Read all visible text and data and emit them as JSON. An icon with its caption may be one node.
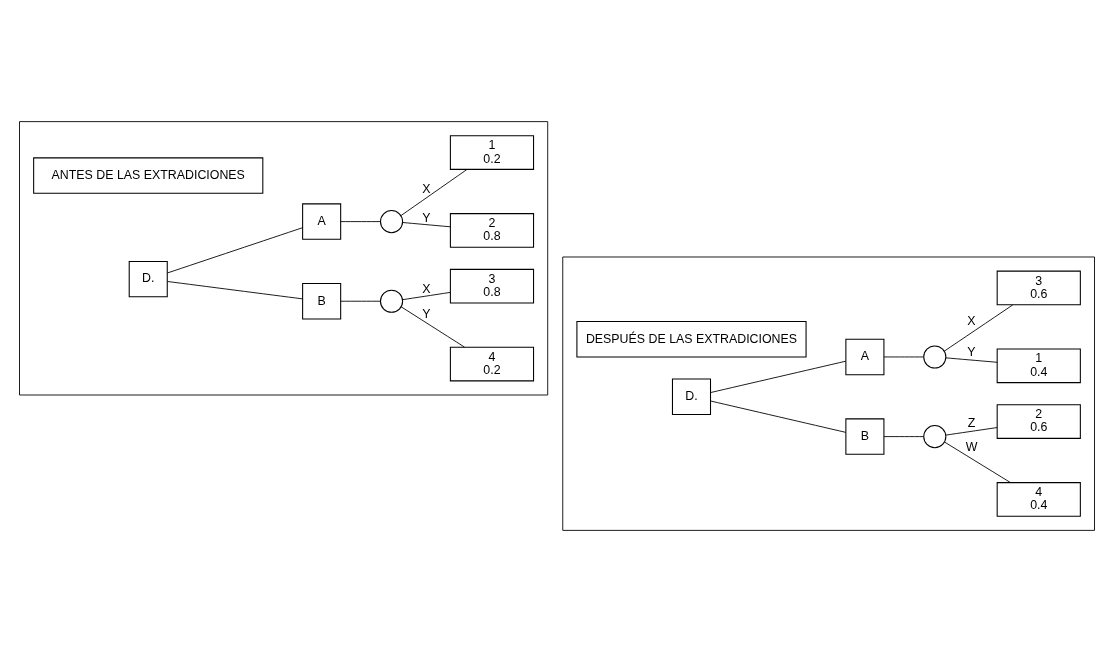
{
  "diagram": {
    "nodes": [
      {
        "text": [],
        "shape": "box"
      },
      {
        "text": [
          "ANTES DE LAS EXTRADICIONES"
        ],
        "in": 0
      },
      {
        "text": [
          "D."
        ],
        "in": 0
      },
      {
        "text": [
          "A"
        ],
        "in": 0
      },
      {
        "text": [],
        "shape": "circle",
        "in": 0
      },
      {
        "text": [
          "1",
          "0.2"
        ],
        "in": 0
      },
      {
        "text": [
          "2",
          "0.8"
        ],
        "in": 0
      },
      {
        "text": [
          "B"
        ],
        "in": 0
      },
      {
        "text": [],
        "shape": "circle",
        "in": 0
      },
      {
        "text": [
          "3",
          "0.8"
        ],
        "in": 0
      },
      {
        "text": [
          "4",
          "0.2"
        ],
        "in": 0
      },
      {
        "text": [],
        "shape": "box"
      },
      {
        "text": [
          "DESPUÉS DE LAS EXTRADICIONES"
        ],
        "in": 11
      },
      {
        "text": [
          "D."
        ],
        "in": 11
      },
      {
        "text": [
          "A"
        ],
        "in": 11
      },
      {
        "text": [],
        "shape": "circle",
        "in": 11
      },
      {
        "text": [
          "3",
          "0.6"
        ],
        "in": 11
      },
      {
        "text": [
          "1",
          "0.4"
        ],
        "in": 11
      },
      {
        "text": [
          "B"
        ],
        "in": 11
      },
      {
        "text": [],
        "shape": "circle",
        "in": 11
      },
      {
        "text": [
          "2",
          "0.6"
        ],
        "in": 11
      },
      {
        "text": [
          "4",
          "0.4"
        ],
        "in": 11
      }
    ],
    "edges": [
      {
        "from": 2,
        "to": 3,
        "arrow": "none"
      },
      {
        "from": 3,
        "to": 4,
        "arrow": "none"
      },
      {
        "from": 4,
        "to": 5,
        "arrow": "none",
        "label": "X"
      },
      {
        "from": 4,
        "to": 6,
        "arrow": "none",
        "label": "Y"
      },
      {
        "from": 2,
        "to": 7,
        "arrow": "none"
      },
      {
        "from": 7,
        "to": 8,
        "arrow": "none"
      },
      {
        "from": 8,
        "to": 9,
        "arrow": "none",
        "label": "X"
      },
      {
        "from": 8,
        "to": 10,
        "arrow": "none",
        "label": "Y"
      },
      {
        "from": 13,
        "to": 14,
        "arrow": "none"
      },
      {
        "from": 14,
        "to": 15,
        "arrow": "none"
      },
      {
        "from": 15,
        "to": 16,
        "arrow": "none",
        "label": "X"
      },
      {
        "from": 15,
        "to": 17,
        "arrow": "none",
        "label": "Y"
      },
      {
        "from": 13,
        "to": 18,
        "arrow": "none"
      },
      {
        "from": 18,
        "to": 19,
        "arrow": "none"
      },
      {
        "from": 19,
        "to": 20,
        "arrow": "none",
        "label": "Z"
      },
      {
        "from": 19,
        "to": 21,
        "arrow": "none",
        "label": "W"
      }
    ]
  }
}
